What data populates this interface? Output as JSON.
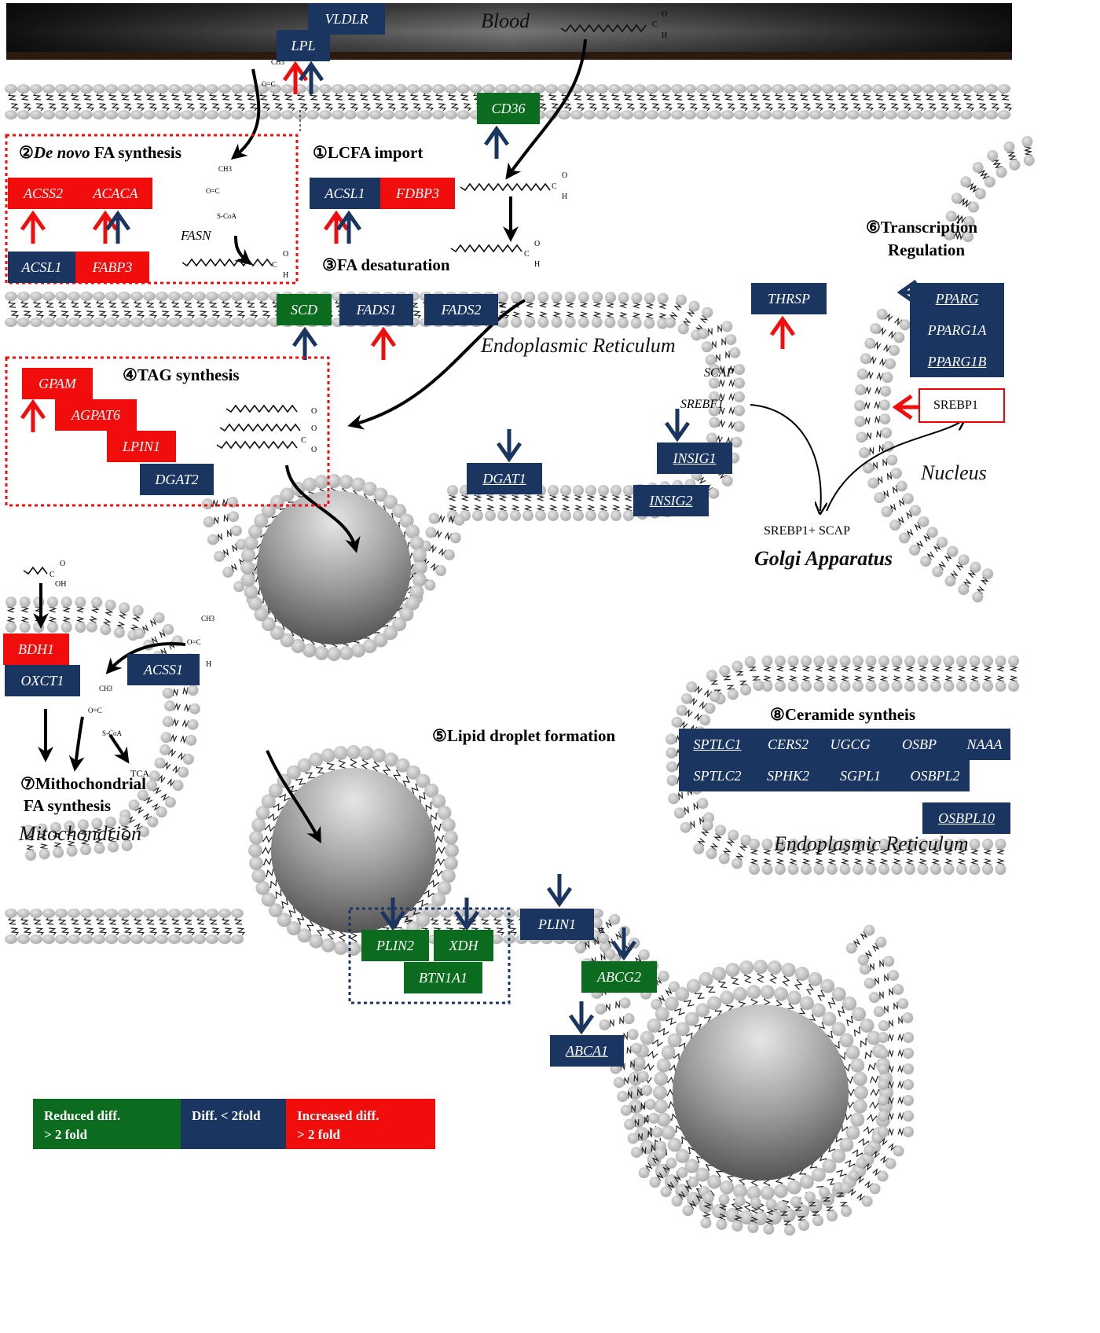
{
  "compartments": {
    "blood": "Blood",
    "er_top": "Endoplasmic Reticulum",
    "nucleus": "Nucleus",
    "golgi": "Golgi Apparatus",
    "mitochondrion": "Mitochondrion",
    "er_bottom": "Endoplasmic Reticulum"
  },
  "sections": {
    "lcfa": "①LCFA import",
    "denovo_num": "②",
    "denovo_it": "De novo",
    "denovo_rest": " FA synthesis",
    "desat": "③FA desaturation",
    "tag": "④TAG synthesis",
    "lipid_droplet": "⑤Lipid droplet formation",
    "transcription_1": "⑥Transcription",
    "transcription_2": "Regulation",
    "mito_1": "⑦Mithochondrial",
    "mito_2": "FA synthesis",
    "ceramide": "⑧Ceramide syntheis"
  },
  "genes": {
    "vldlr": "VLDLR",
    "lpl": "LPL",
    "cd36": "CD36",
    "acss2": "ACSS2",
    "acaca": "ACACA",
    "acsl1_a": "ACSL1",
    "fabp3_a": "FABP3",
    "acsl1_b": "ACSL1",
    "fdbp3": "FDBP3",
    "scd": "SCD",
    "fads1": "FADS1",
    "fads2": "FADS2",
    "thrsp": "THRSP",
    "pparg": "PPARG",
    "ppargc1a": "PPARG1A",
    "ppargc1b": "PPARG1B",
    "gpam": "GPAM",
    "agpat6": "AGPAT6",
    "lpin1": "LPIN1",
    "dgat2": "DGAT2",
    "dgat1": "DGAT1",
    "insig1": "INSIG1",
    "insig2": "INSIG2",
    "bdh1": "BDH1",
    "oxct1": "OXCT1",
    "acss1": "ACSS1",
    "sptlc1": "SPTLC1",
    "cers2": "CERS2",
    "ugcg": "UGCG",
    "osbp": "OSBP",
    "naaa": "NAAA",
    "sptlc2": "SPTLC2",
    "sphk2": "SPHK2",
    "sgpl1": "SGPL1",
    "osbpl2": "OSBPL2",
    "osbpl10": "OSBPL10",
    "plin2": "PLIN2",
    "xdh": "XDH",
    "btn1a1": "BTN1A1",
    "plin1": "PLIN1",
    "abcg2": "ABCG2",
    "abca1": "ABCA1"
  },
  "labels": {
    "scap": "SCAP",
    "srebf1": "SREBF1",
    "srebp1": "SREBP1",
    "srebp1_scap": "SREBP1+ SCAP",
    "fasn": "FASN",
    "tca": "TCA"
  },
  "chem": {
    "ch3": "CH3",
    "o_eq_c": "O=C",
    "scoa": "S-CoA",
    "c": "C",
    "o": "O",
    "h": "H",
    "oh": "OH"
  },
  "legend": {
    "reduced_1": "Reduced diff.",
    "reduced_2": "> 2 fold",
    "diff_1": "Diff. < 2fold",
    "increased_1": "Increased diff.",
    "increased_2": "> 2  fold"
  },
  "colors": {
    "navy": "#1a3560",
    "red": "#f20d0d",
    "green": "#0b6b1f",
    "increase_arrow": "#f20d0d",
    "decrease_arrow": "#1a3560"
  }
}
